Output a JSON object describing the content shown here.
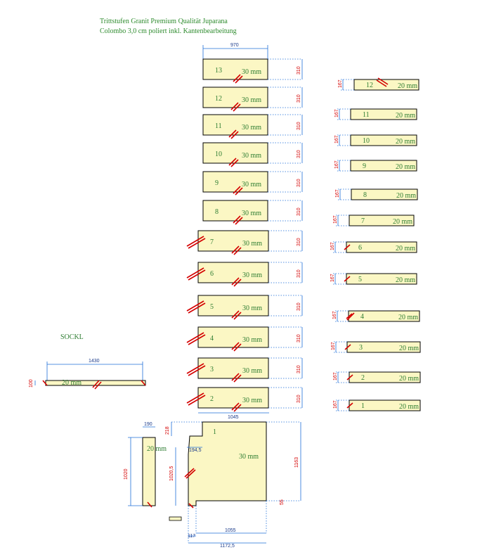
{
  "title": {
    "line1": "Trittstufen Granit Premium Qualität Juparana",
    "line2": "Colombo 3,0 cm poliert inkl. Kantenbearbeitung"
  },
  "colors": {
    "slab_fill": "#fbf7c4",
    "dimension_line": "#1f6fd8",
    "dimension_text": "#d40000",
    "label_text": "#2e7d32",
    "edge_mark": "#d40000"
  },
  "treads": {
    "width_label": "970",
    "depth_label": "310",
    "thickness": "30 mm",
    "items": [
      {
        "num": "13"
      },
      {
        "num": "12"
      },
      {
        "num": "11"
      },
      {
        "num": "10"
      },
      {
        "num": "9"
      },
      {
        "num": "8"
      },
      {
        "num": "7"
      },
      {
        "num": "6"
      },
      {
        "num": "5"
      },
      {
        "num": "4"
      },
      {
        "num": "3"
      },
      {
        "num": "2"
      }
    ],
    "bottom_width_label": "1045"
  },
  "risers": {
    "height_label": "167",
    "thickness": "20 mm",
    "items": [
      {
        "num": "12"
      },
      {
        "num": "11"
      },
      {
        "num": "10"
      },
      {
        "num": "9"
      },
      {
        "num": "8"
      },
      {
        "num": "7"
      },
      {
        "num": "6"
      },
      {
        "num": "5"
      },
      {
        "num": "4"
      },
      {
        "num": "3"
      },
      {
        "num": "2"
      },
      {
        "num": "1"
      }
    ]
  },
  "sockel": {
    "heading": "SOCKL",
    "width_label": "1430",
    "height_label": "100",
    "thickness": "20 mm"
  },
  "landing": {
    "num": "1",
    "thickness": "30 mm",
    "height_label": "1163",
    "inner_height_label": "1020,5",
    "notch_label": "194,5",
    "top_notch_label": "218",
    "corner_label": "55",
    "bottom_width_label": "1055",
    "offset_label": "117",
    "total_width_label": "1172,5"
  },
  "side_riser": {
    "width_label": "190",
    "height_label": "1020",
    "thickness": "20 mm"
  }
}
